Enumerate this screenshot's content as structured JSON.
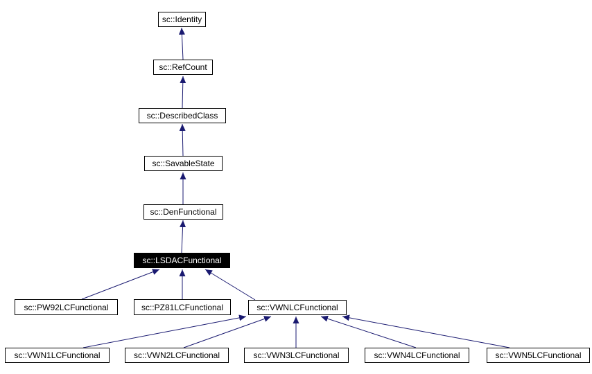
{
  "diagram": {
    "type": "class-inheritance-graph",
    "edge_color": "#191970",
    "node_border_color": "#000000",
    "highlight_background": "#000000",
    "highlight_text_color": "#ffffff",
    "nodes": [
      {
        "id": "sc-identity",
        "label": "sc::Identity",
        "highlighted": false
      },
      {
        "id": "sc-refcount",
        "label": "sc::RefCount",
        "highlighted": false
      },
      {
        "id": "sc-describedclass",
        "label": "sc::DescribedClass",
        "highlighted": false
      },
      {
        "id": "sc-savablestate",
        "label": "sc::SavableState",
        "highlighted": false
      },
      {
        "id": "sc-denfunctional",
        "label": "sc::DenFunctional",
        "highlighted": false
      },
      {
        "id": "sc-lsdacfunctional",
        "label": "sc::LSDACFunctional",
        "highlighted": true
      },
      {
        "id": "sc-pw92lcfunctional",
        "label": "sc::PW92LCFunctional",
        "highlighted": false
      },
      {
        "id": "sc-pz81lcfunctional",
        "label": "sc::PZ81LCFunctional",
        "highlighted": false
      },
      {
        "id": "sc-vwnlcfunctional",
        "label": "sc::VWNLCFunctional",
        "highlighted": false
      },
      {
        "id": "sc-vwn1lcfunctional",
        "label": "sc::VWN1LCFunctional",
        "highlighted": false
      },
      {
        "id": "sc-vwn2lcfunctional",
        "label": "sc::VWN2LCFunctional",
        "highlighted": false
      },
      {
        "id": "sc-vwn3lcfunctional",
        "label": "sc::VWN3LCFunctional",
        "highlighted": false
      },
      {
        "id": "sc-vwn4lcfunctional",
        "label": "sc::VWN4LCFunctional",
        "highlighted": false
      },
      {
        "id": "sc-vwn5lcfunctional",
        "label": "sc::VWN5LCFunctional",
        "highlighted": false
      }
    ],
    "edges": [
      {
        "from": "sc::RefCount",
        "to": "sc::Identity",
        "relation": "inherits"
      },
      {
        "from": "sc::DescribedClass",
        "to": "sc::RefCount",
        "relation": "inherits"
      },
      {
        "from": "sc::SavableState",
        "to": "sc::DescribedClass",
        "relation": "inherits"
      },
      {
        "from": "sc::DenFunctional",
        "to": "sc::SavableState",
        "relation": "inherits"
      },
      {
        "from": "sc::LSDACFunctional",
        "to": "sc::DenFunctional",
        "relation": "inherits"
      },
      {
        "from": "sc::PW92LCFunctional",
        "to": "sc::LSDACFunctional",
        "relation": "inherits"
      },
      {
        "from": "sc::PZ81LCFunctional",
        "to": "sc::LSDACFunctional",
        "relation": "inherits"
      },
      {
        "from": "sc::VWNLCFunctional",
        "to": "sc::LSDACFunctional",
        "relation": "inherits"
      },
      {
        "from": "sc::VWN1LCFunctional",
        "to": "sc::VWNLCFunctional",
        "relation": "inherits"
      },
      {
        "from": "sc::VWN2LCFunctional",
        "to": "sc::VWNLCFunctional",
        "relation": "inherits"
      },
      {
        "from": "sc::VWN3LCFunctional",
        "to": "sc::VWNLCFunctional",
        "relation": "inherits"
      },
      {
        "from": "sc::VWN4LCFunctional",
        "to": "sc::VWNLCFunctional",
        "relation": "inherits"
      },
      {
        "from": "sc::VWN5LCFunctional",
        "to": "sc::VWNLCFunctional",
        "relation": "inherits"
      }
    ]
  }
}
